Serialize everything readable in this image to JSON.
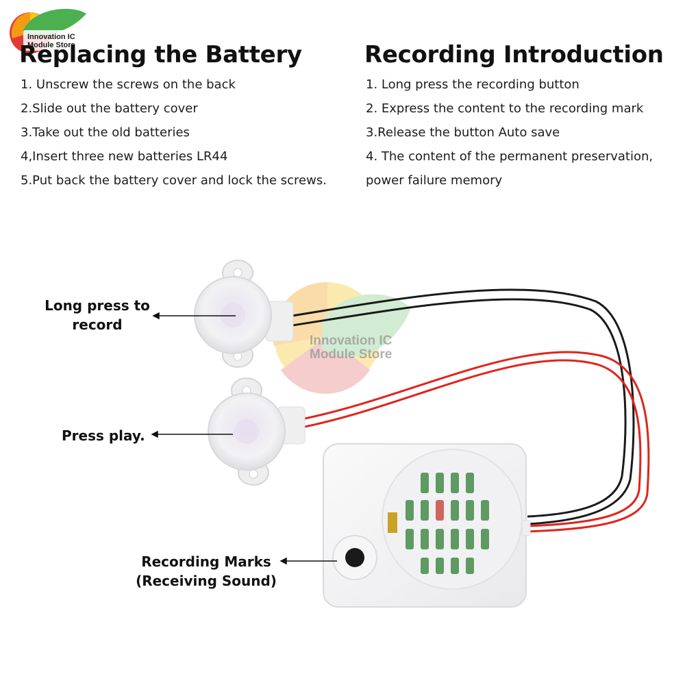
{
  "brand": {
    "name_line1": "Innovation IC",
    "name_line2": "Module Store",
    "colors": {
      "green": "#4caf50",
      "orange": "#f39c12",
      "red": "#e53935",
      "yellow": "#f5c518"
    }
  },
  "left_section": {
    "title": "Replacing the Battery",
    "steps": [
      "1. Unscrew the screws on the back",
      "2.Slide out the battery cover",
      "3.Take out the old batteries",
      "4,Insert three new batteries LR44",
      "5.Put back the battery cover and lock the screws."
    ]
  },
  "right_section": {
    "title": "Recording Introduction",
    "steps": [
      "1. Long press the recording button",
      "2. Express the content to the recording mark",
      "3.Release the button Auto save",
      "4. The content of the permanent preservation,",
      "power failure memory"
    ]
  },
  "callouts": {
    "record_line1": "Long press to",
    "record_line2": "record",
    "play": "Press play.",
    "marks_line1": "Recording Marks",
    "marks_line2": "(Receiving Sound)"
  },
  "watermark": {
    "line1": "Innovation IC",
    "line2": "Module Store"
  },
  "wire_colors": {
    "black": "#1a1a1a",
    "red": "#e0241b"
  }
}
